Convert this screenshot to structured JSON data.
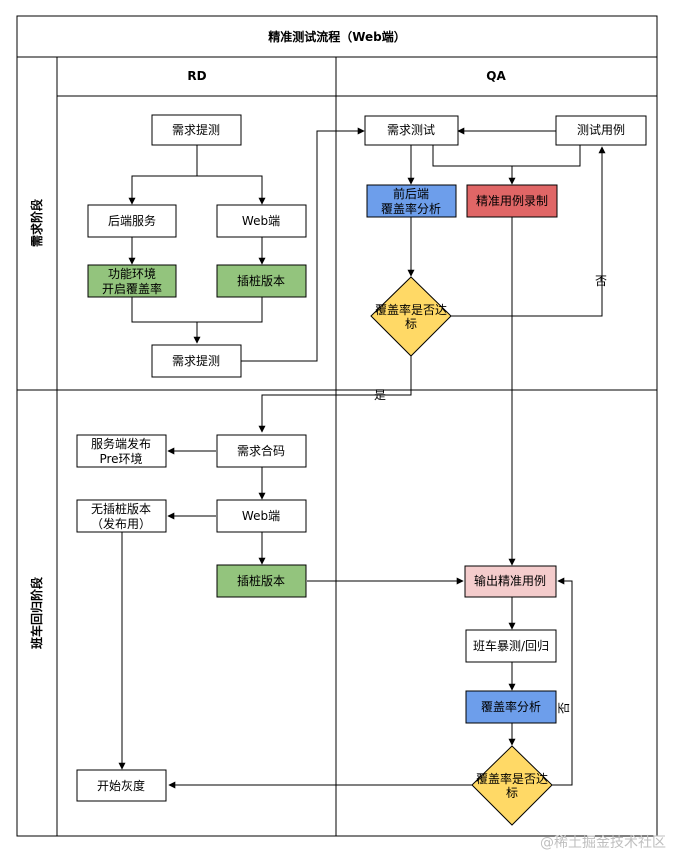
{
  "title": "精准测试流程（Web端）",
  "lanes": {
    "rd": "RD",
    "qa": "QA"
  },
  "phases": {
    "requirement": "需求阶段",
    "regression": "班车回归阶段"
  },
  "colors": {
    "green": "#93c47d",
    "blue": "#6d9eeb",
    "red": "#e06666",
    "pink": "#f4cccc",
    "yellow": "#ffd966",
    "white": "#ffffff"
  },
  "nodes": {
    "req_review": "需求提测",
    "backend_service": "后端服务",
    "web_end_1": "Web端",
    "func_env_1": "功能环境",
    "func_env_2": "开启覆盖率",
    "instrument_1": "插桩版本",
    "req_submit": "需求提测",
    "req_test": "需求测试",
    "test_case": "测试用例",
    "fe_be_1": "前后端",
    "fe_be_2": "覆盖率分析",
    "precise_record": "精准用例录制",
    "decision1_1": "覆盖率是否达",
    "decision1_2": "标",
    "merge_code": "需求合码",
    "deploy_pre_1": "服务端发布",
    "deploy_pre_2": "Pre环境",
    "web_end_2": "Web端",
    "no_instr_1": "无插桩版本",
    "no_instr_2": "（发布用）",
    "instrument_2": "插桩版本",
    "output_cases": "输出精准用例",
    "regression_test": "班车暴测/回归",
    "coverage_analysis": "覆盖率分析",
    "decision2_1": "覆盖率是否达",
    "decision2_2": "标",
    "gray_release": "开始灰度"
  },
  "edge_labels": {
    "yes": "是",
    "no_1": "否",
    "no_2": "否"
  },
  "watermark": "@稀土掘金技术社区"
}
